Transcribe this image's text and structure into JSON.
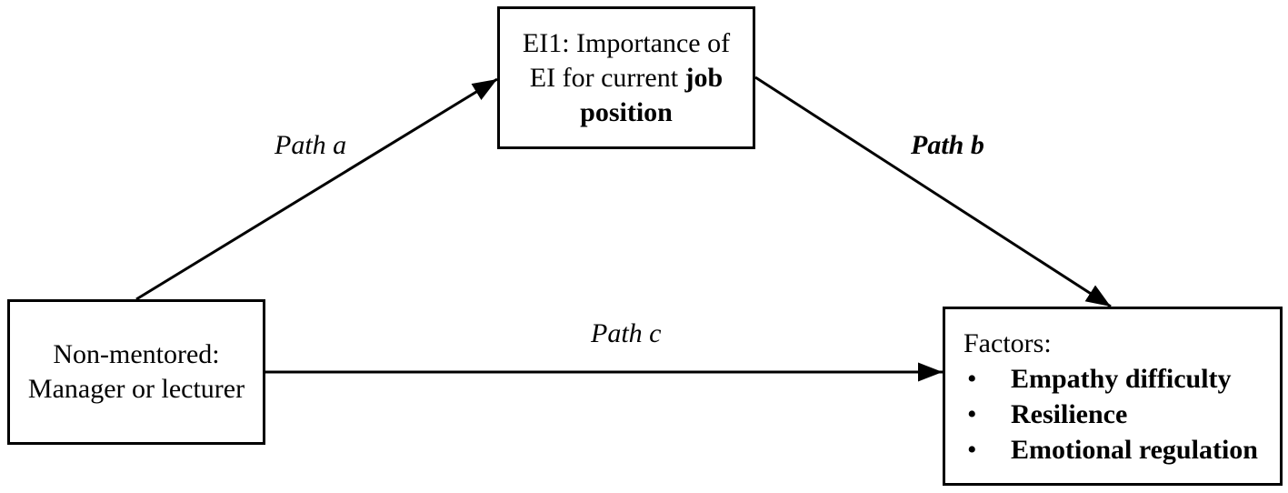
{
  "mediator": {
    "line1": "EI1: Importance of",
    "line2_plain": "EI for current ",
    "line2_bold": "job",
    "line3_bold": "position"
  },
  "predictor": {
    "line1": "Non-mentored:",
    "line2": "Manager or lecturer"
  },
  "outcome": {
    "heading": "Factors:",
    "bullet": "•",
    "items": [
      "Empathy difficulty",
      "Resilience",
      "Emotional regulation"
    ]
  },
  "paths": {
    "a": "Path a",
    "b": "Path b",
    "c": "Path c"
  }
}
